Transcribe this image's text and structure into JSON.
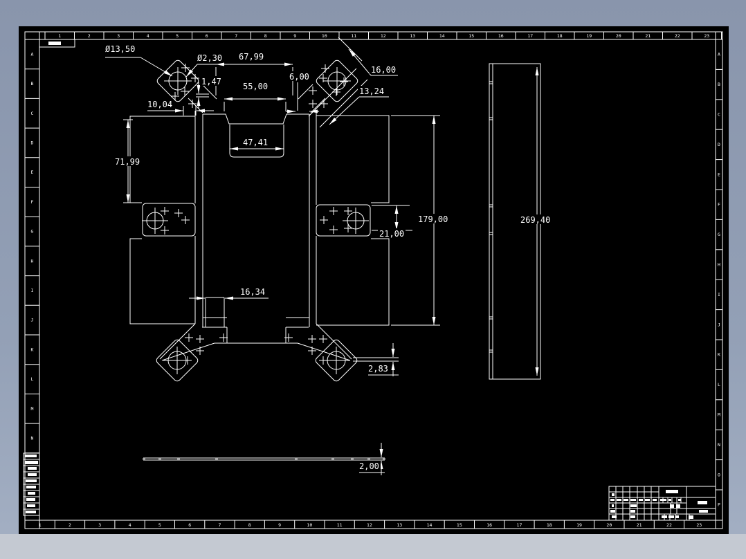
{
  "sheet": {
    "background_color": "#000000",
    "line_color": "#ffffff",
    "desktop_top_color": "#8995ac",
    "desktop_bottom_strip_color": "#c4c9d2"
  },
  "dims": {
    "hole_dia": "Ø13,50",
    "small_hole_dia": "Ø2,30",
    "top_width": "67,99",
    "offset": "1,47",
    "slot_width": "55,00",
    "rail_width": "6,00",
    "chamfer_len": "16,00",
    "angle_width": "13,24",
    "tab_offset": "10,04",
    "wing_height": "71,99",
    "tongue_width": "47,41",
    "foot_width": "16,34",
    "tab_height": "21,00",
    "frame_height": "179,00",
    "overall_height": "269,40",
    "arm_thickness": "2,83",
    "plate_thickness": "2,00"
  },
  "border": {
    "top_numbers": [
      "1",
      "2",
      "3",
      "4",
      "5",
      "6",
      "7",
      "8",
      "9",
      "10",
      "11",
      "12",
      "13",
      "14",
      "15",
      "16",
      "17",
      "18",
      "19",
      "20",
      "21",
      "22",
      "23"
    ],
    "bottom_numbers": [
      "1",
      "2",
      "3",
      "4",
      "5",
      "6",
      "7",
      "8",
      "9",
      "10",
      "11",
      "12",
      "13",
      "14",
      "15",
      "16",
      "17",
      "18",
      "19",
      "20",
      "21",
      "22",
      "23"
    ],
    "left_letters": [
      "A",
      "B",
      "C",
      "D",
      "E",
      "F",
      "G",
      "H",
      "I",
      "J",
      "K",
      "L",
      "M",
      "N"
    ],
    "right_letters": [
      "A",
      "B",
      "C",
      "D",
      "E",
      "F",
      "G",
      "H",
      "I",
      "J",
      "K",
      "L",
      "M",
      "N",
      "O",
      "P"
    ]
  }
}
